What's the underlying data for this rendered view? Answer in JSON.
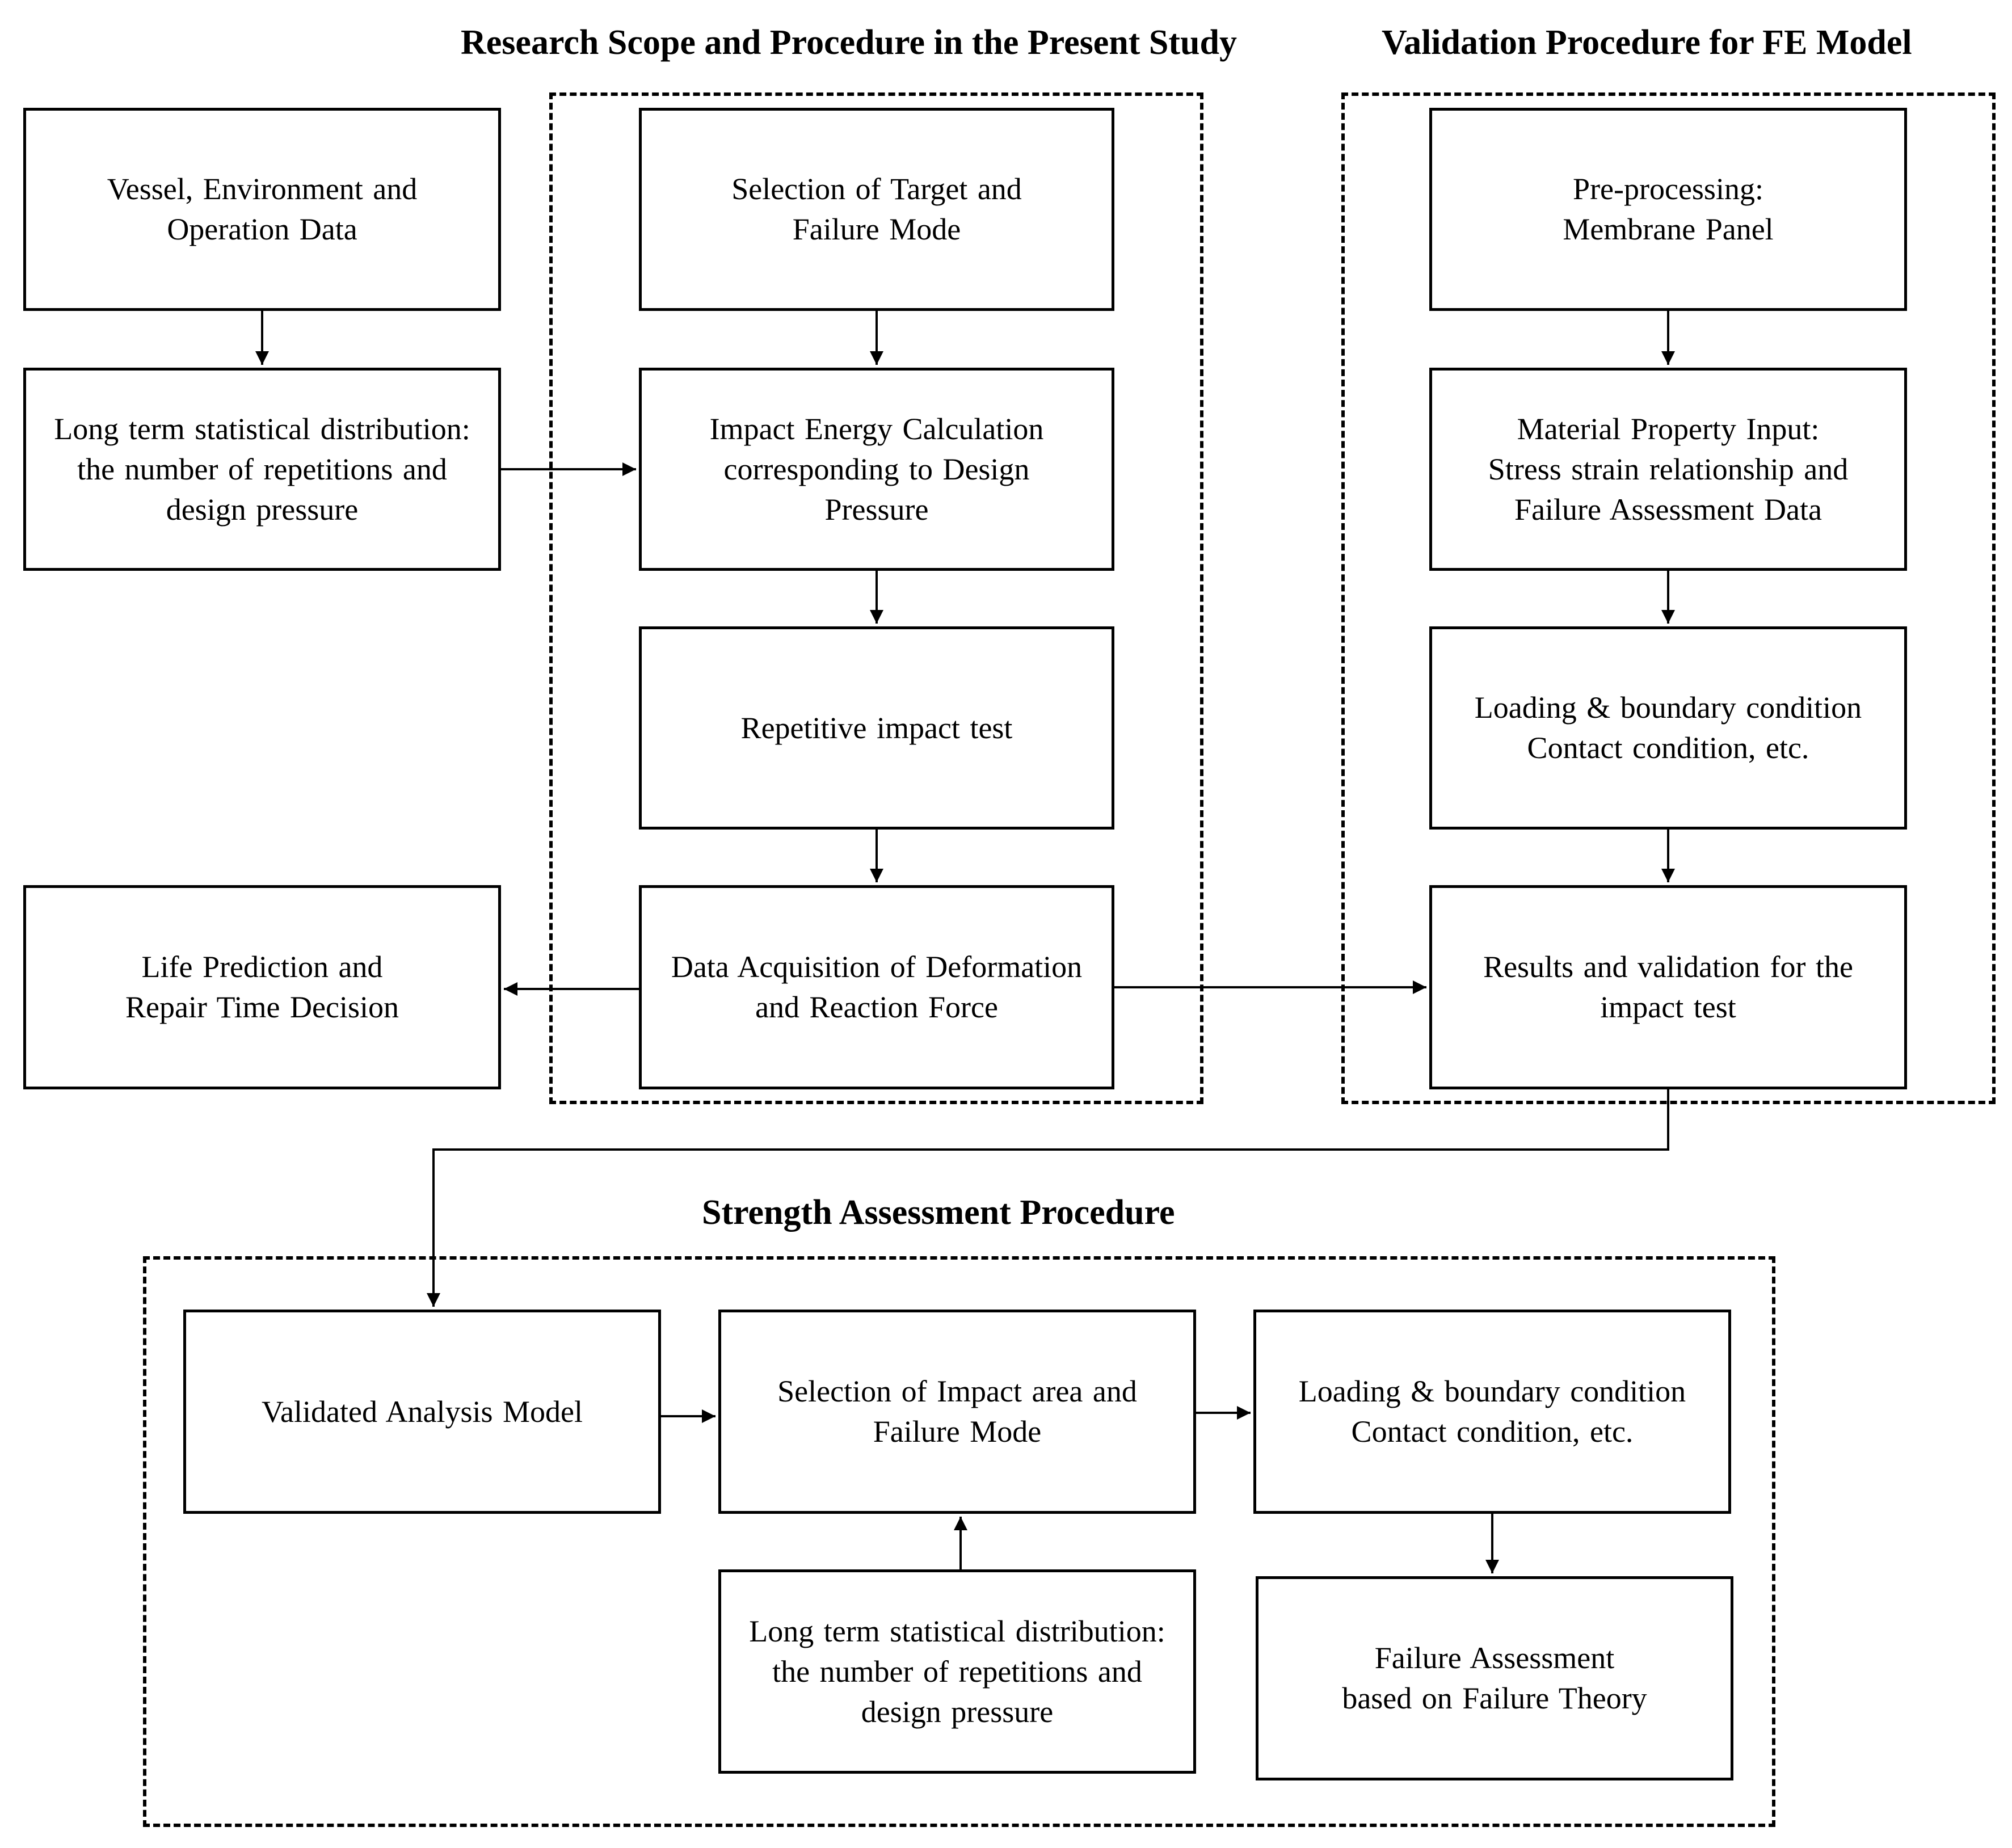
{
  "titles": {
    "research": "Research Scope and Procedure in the Present Study",
    "validation": "Validation Procedure for FE Model",
    "strength": "Strength Assessment Procedure"
  },
  "left": {
    "vessel": "Vessel, Environment and\nOperation Data",
    "longterm": "Long term statistical distribution:\nthe number of repetitions and\ndesign pressure",
    "life": "Life Prediction and\nRepair Time Decision"
  },
  "research": {
    "selection": "Selection of Target and\nFailure Mode",
    "impact_energy": "Impact Energy Calculation\ncorresponding to Design\nPressure",
    "repetitive": "Repetitive impact test",
    "data_acq": "Data Acquisition of Deformation\nand Reaction Force"
  },
  "validation": {
    "preprocessing": "Pre-processing:\nMembrane Panel",
    "material": "Material Property Input:\nStress strain relationship and\nFailure Assessment Data",
    "loading": "Loading & boundary condition\nContact condition, etc.",
    "results": "Results and validation for the\nimpact test"
  },
  "strength": {
    "validated": "Validated Analysis Model",
    "selection_impact": "Selection of Impact area and\nFailure Mode",
    "loading": "Loading & boundary condition\nContact condition, etc.",
    "longterm": "Long term statistical distribution:\nthe number of repetitions and\ndesign pressure",
    "failure": "Failure Assessment\nbased on Failure Theory"
  }
}
